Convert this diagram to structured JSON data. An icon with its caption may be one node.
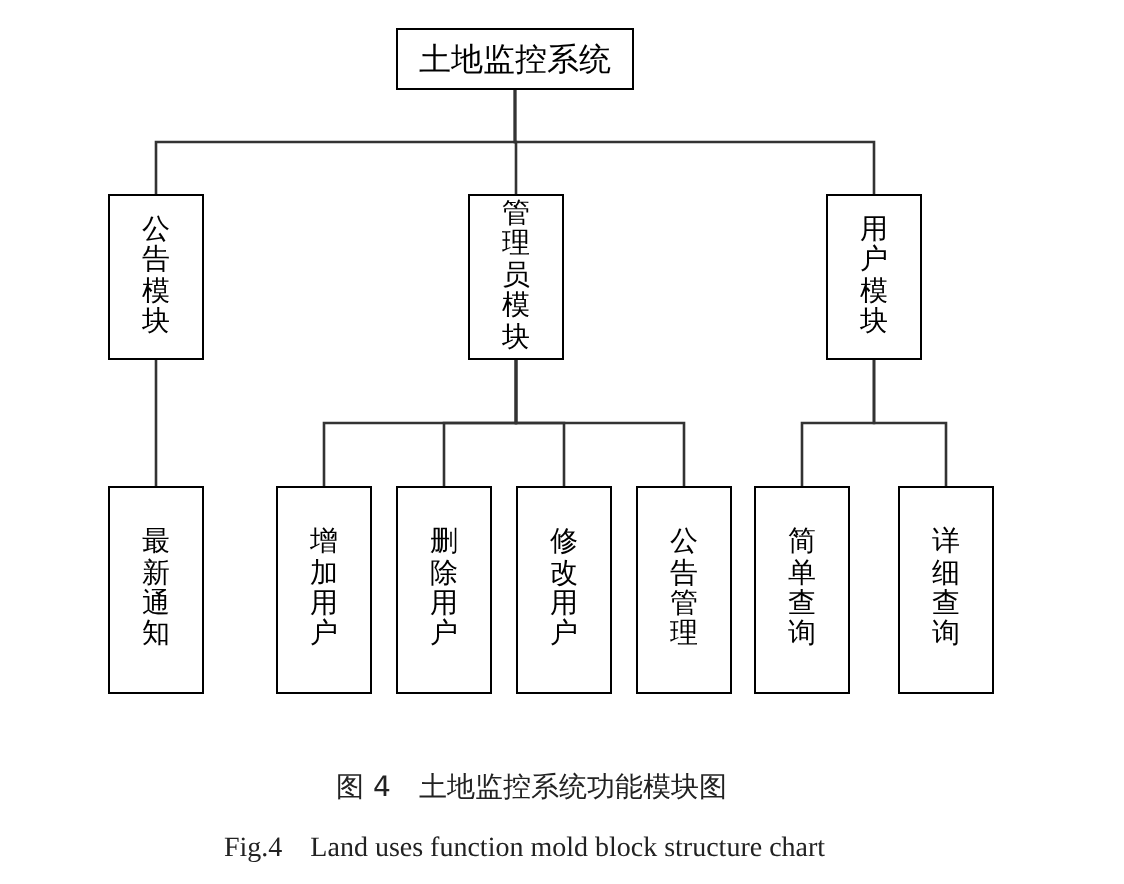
{
  "diagram": {
    "caption": "图 4　土地监控系统功能模块图",
    "nodes": [
      {
        "text": [
          "土地监控系统"
        ]
      },
      {
        "text": [
          "公告模块"
        ]
      },
      {
        "text": [
          "管理员模块"
        ]
      },
      {
        "text": [
          "用户模块"
        ]
      },
      {
        "text": [
          "最新通知"
        ]
      },
      {
        "text": [
          "增加用户"
        ]
      },
      {
        "text": [
          "删除用户"
        ]
      },
      {
        "text": [
          "修改用户"
        ]
      },
      {
        "text": [
          "公告管理"
        ]
      },
      {
        "text": [
          "简单查询"
        ]
      },
      {
        "text": [
          "详细查询"
        ]
      }
    ],
    "edges": [
      {
        "from": 0,
        "to": 1,
        "arrow": "none"
      },
      {
        "from": 0,
        "to": 2,
        "arrow": "none"
      },
      {
        "from": 0,
        "to": 3,
        "arrow": "none"
      },
      {
        "from": 1,
        "to": 4,
        "arrow": "none"
      },
      {
        "from": 2,
        "to": 5,
        "arrow": "none"
      },
      {
        "from": 2,
        "to": 6,
        "arrow": "none"
      },
      {
        "from": 2,
        "to": 7,
        "arrow": "none"
      },
      {
        "from": 2,
        "to": 8,
        "arrow": "none"
      },
      {
        "from": 3,
        "to": 9,
        "arrow": "none"
      },
      {
        "from": 3,
        "to": 10,
        "arrow": "none"
      }
    ],
    "labels": [
      "Fig.4　Land uses function mold block structure chart"
    ]
  }
}
